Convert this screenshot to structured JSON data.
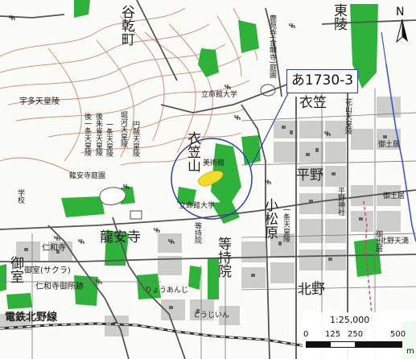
{
  "callout": {
    "label": "あ1730-3"
  },
  "north": {
    "letter": "N"
  },
  "scale": {
    "ratio": "1:25,000",
    "ticks": [
      "0",
      "125",
      "250",
      "500"
    ],
    "unit": "m"
  },
  "labels": {
    "ryoanji_area": "龍安寺",
    "kinugasa_mountain": "衣笠山",
    "bijutsukan": "美術館",
    "ritsumeikan_univ": "立命館大学",
    "ritsumeikan_univ_north": "立命館大学",
    "kinugasa": "衣笠",
    "hirano": "平野",
    "komatsubara": "小松原",
    "kitano": "北野",
    "tojiin": "等持院",
    "omuro": "御室",
    "ninnaji": "仁和寺",
    "ninnaji_omuro_gosho": "仁和寺御所跡",
    "omuro_sakura": "御室(サクラ)",
    "keifuku_kitano_line": "電鉄北野線",
    "ryoanji_teien": "龍安寺庭園",
    "uda_tenno": "宇多天皇陵",
    "emperors_tombs": "後一条天皇陵",
    "emperors_tombs_2": "後朱雀天皇陵",
    "horikawa_tenno": "堀河天皇陵",
    "enyu_tenno": "円融天皇陵",
    "ichijo_tenno": "一条天皇陵",
    "higashiyama": "東陵",
    "hanazono": "花山天皇陵",
    "gotsuchi": "御土居",
    "kitano_tenmangu": "北野天満",
    "hirano_jinja": "平野神社",
    "ichijo_ryo": "一条天皇陵",
    "sakanoue": "谷乾町",
    "ryoanji_mae": "りょうあんじ",
    "tojiin_station": "とうじいん",
    "school": "学校",
    "kinkakuji": "鹿苑寺(金閣寺)庭園"
  },
  "colors": {
    "forest": "#2fb23a",
    "contour": "#c8705a",
    "road": "#555555",
    "building": "#8a8a8a",
    "circle": "#2b3fb0",
    "target": "#f2dc2a",
    "river": "#3a55d8",
    "boundary": "#e0327a"
  }
}
